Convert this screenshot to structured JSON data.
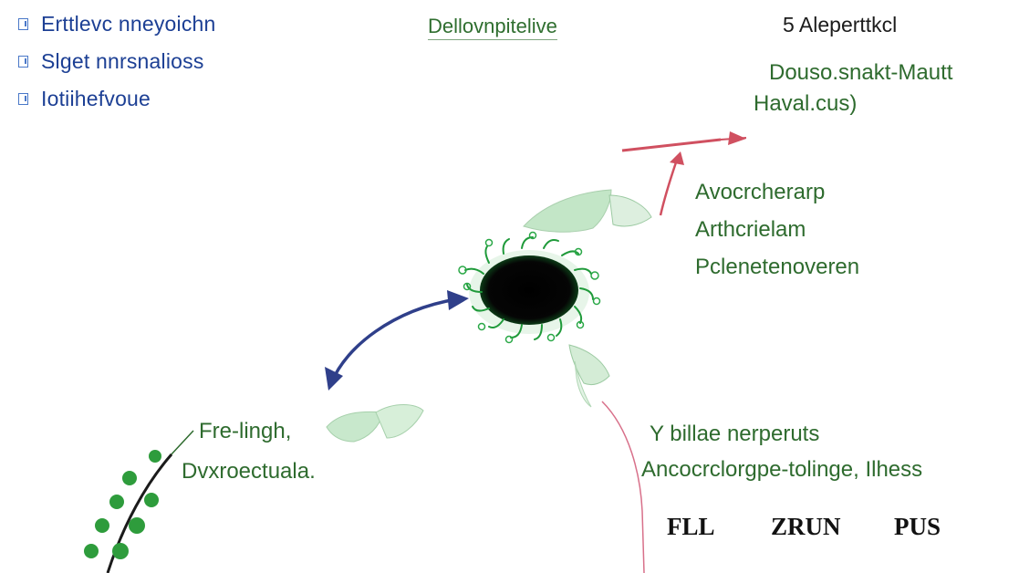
{
  "legend": [
    {
      "label": "Erttlevc nneyoichn",
      "icon": "checkbox-icon"
    },
    {
      "label": "Slget nnrsnalioss",
      "icon": "checkbox-icon"
    },
    {
      "label": "Iotiihefvoue",
      "icon": "checkbox-icon"
    }
  ],
  "title": "Dellovnpitelive",
  "top_right": {
    "heading": "5 Aleperttkcl",
    "line1": "Douso.snakt-Mautt",
    "line2": "Haval.cus)"
  },
  "right_group": [
    "Avocrcherarp",
    "Arthcrielam",
    "Pclenetenoveren"
  ],
  "left_group": [
    "Fre-lingh,",
    "Dvxroectuala."
  ],
  "bottom_right": [
    "Y billae nerperuts",
    "Ancocrclorgpe-tolinge, Ilhess"
  ],
  "bottom_words": [
    "FLL",
    "ZRUN",
    "PUS"
  ],
  "colors": {
    "legend_text": "#1c3f94",
    "green_text": "#2e6b2e",
    "red_arrow": "#d05060",
    "blue_arrow": "#2f3f8a",
    "leaf": "#bfe3c3",
    "core": "#000000",
    "fringe": "#1f9a3a"
  }
}
